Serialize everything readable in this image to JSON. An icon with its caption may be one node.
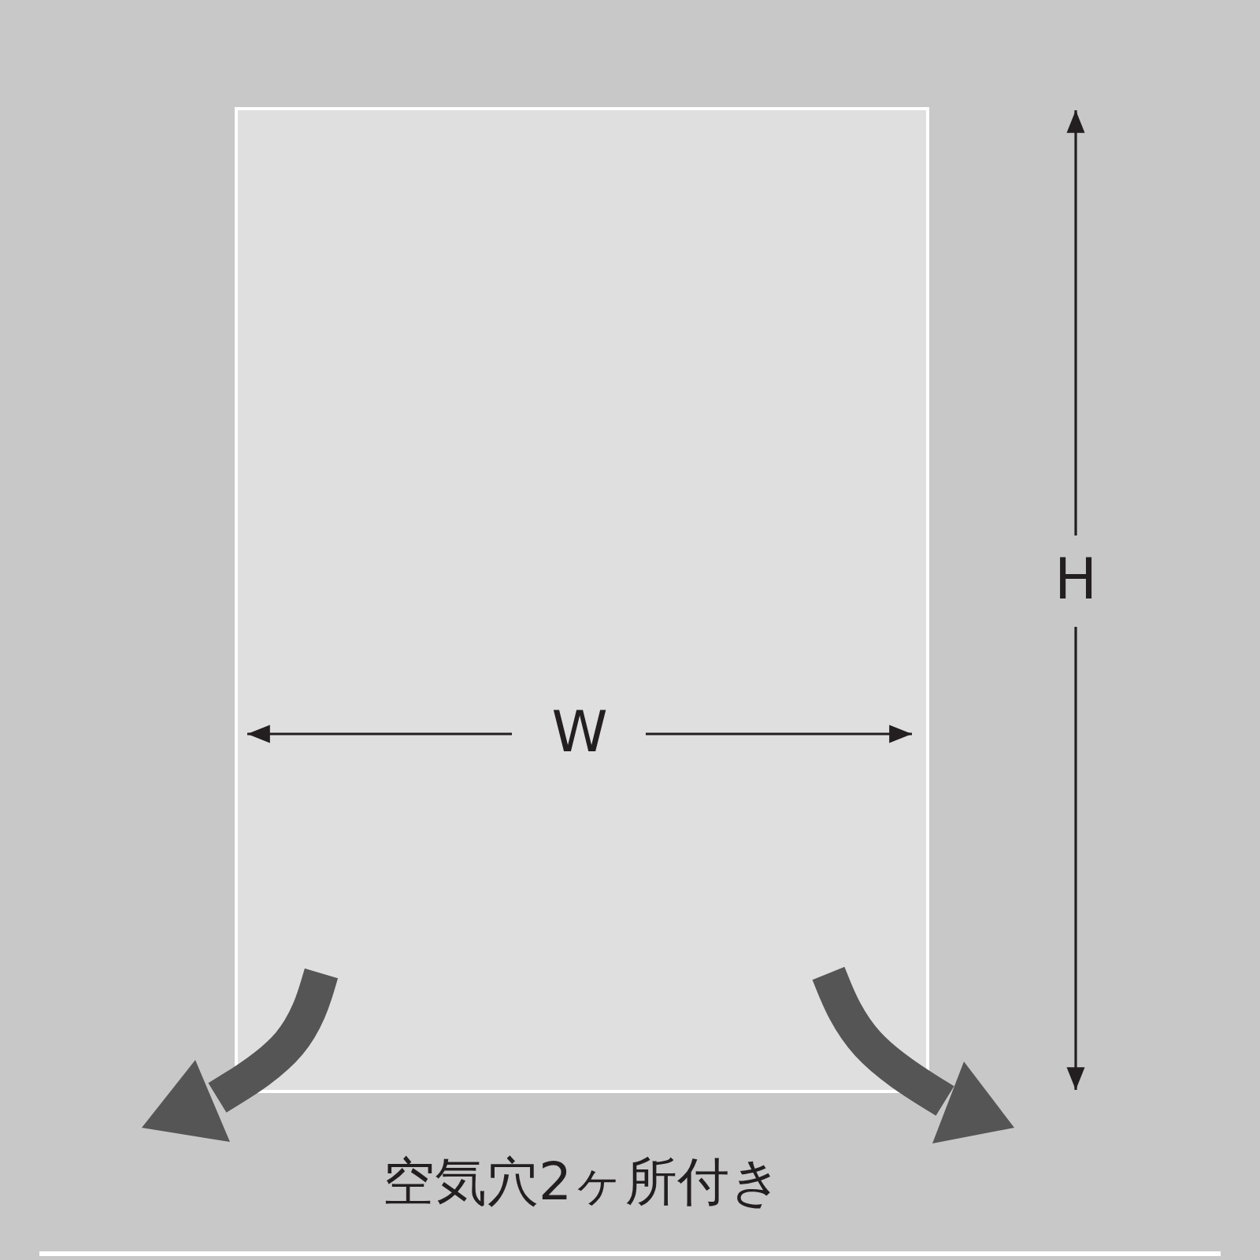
{
  "diagram": {
    "nodes": [
      {
        "text": [],
        "shape": "box"
      }
    ],
    "labels": [
      "H",
      "W",
      "空気穴2ヶ所付き"
    ]
  }
}
